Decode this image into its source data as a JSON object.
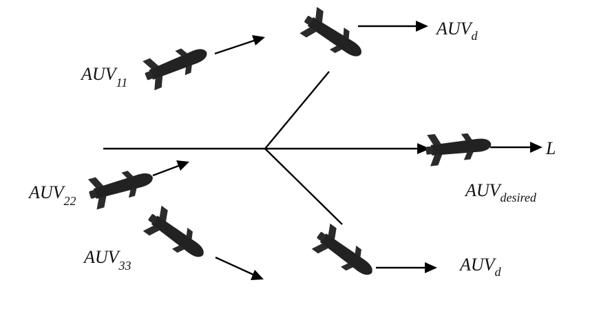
{
  "colors": {
    "vehicle": "#222222",
    "ink": "#000000"
  },
  "vehicle_icon": "auv-icon",
  "labels": {
    "auv11": {
      "main": "AUV",
      "sub": "11"
    },
    "auv22": {
      "main": "AUV",
      "sub": "22"
    },
    "auv33": {
      "main": "AUV",
      "sub": "33"
    },
    "auv_d_top": {
      "main": "AUV",
      "sub": "d"
    },
    "auv_d_bottom": {
      "main": "AUV",
      "sub": "d"
    },
    "auv_desired": {
      "main": "AUV",
      "sub": "desired"
    },
    "leader": "L"
  }
}
